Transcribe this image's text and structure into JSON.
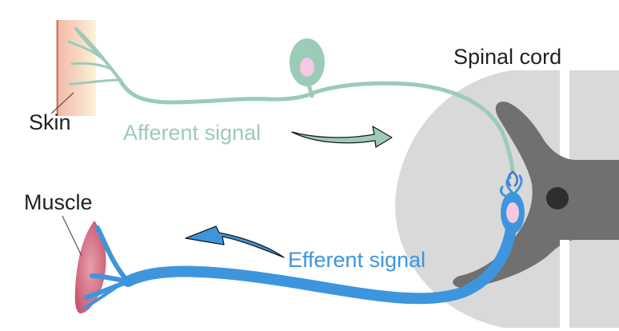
{
  "labels": {
    "skin": "Skin",
    "muscle": "Muscle",
    "spinal_cord": "Spinal cord",
    "afferent": "Afferent signal",
    "efferent": "Efferent signal"
  },
  "colors": {
    "afferent": "#9ccbb8",
    "efferent": "#3d96dd",
    "cord_gray_matter": "#6f6f6f",
    "cord_white_matter": "#d9d9d9",
    "muscle": "#d97a8c",
    "skin": "#f7c9b3",
    "cell_body": "#f5c8e3"
  }
}
